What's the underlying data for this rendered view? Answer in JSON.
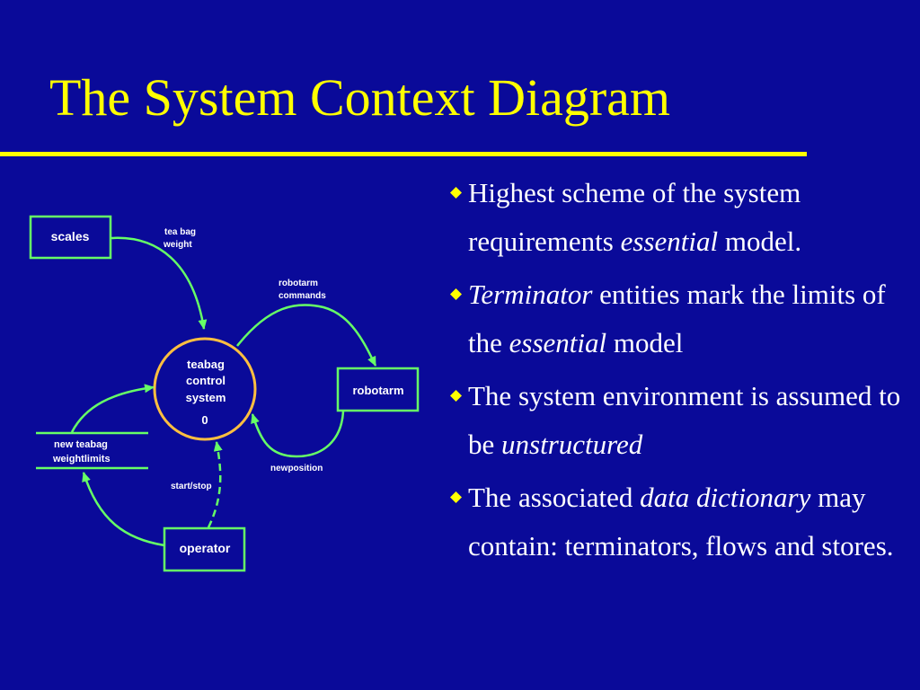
{
  "slide": {
    "title": "The System Context Diagram"
  },
  "diagram": {
    "scales": "scales",
    "robotarm": "robotarm",
    "operator": "operator",
    "process_line1": "teabag",
    "process_line2": "control",
    "process_line3": "system",
    "process_number": "0",
    "store_line1": "new teabag",
    "store_line2": "weightlimits",
    "flow_teabag_weight_1": "tea bag",
    "flow_teabag_weight_2": "weight",
    "flow_robotarm_commands_1": "robotarm",
    "flow_robotarm_commands_2": "commands",
    "flow_newposition": "newposition",
    "flow_startstop": "start/stop",
    "colors": {
      "background": "#0a0a99",
      "title": "#ffff00",
      "terminator": "#66ff66",
      "flow": "#66ff66",
      "process": "#ffbf40",
      "control_flow": "#66ff66"
    }
  },
  "bullets": [
    {
      "before": "Highest scheme of the system requirements ",
      "em": "essential",
      "after": " model."
    },
    {
      "before": "",
      "em": "Terminator",
      "after": " entities mark the limits of the ",
      "em2": "essential",
      "after2": " model"
    },
    {
      "before": "The system environment is assumed to be ",
      "em": "unstructured",
      "after": ""
    },
    {
      "before": "The associated ",
      "em": "data dictionary",
      "after": " may contain: terminators, flows and stores."
    }
  ]
}
